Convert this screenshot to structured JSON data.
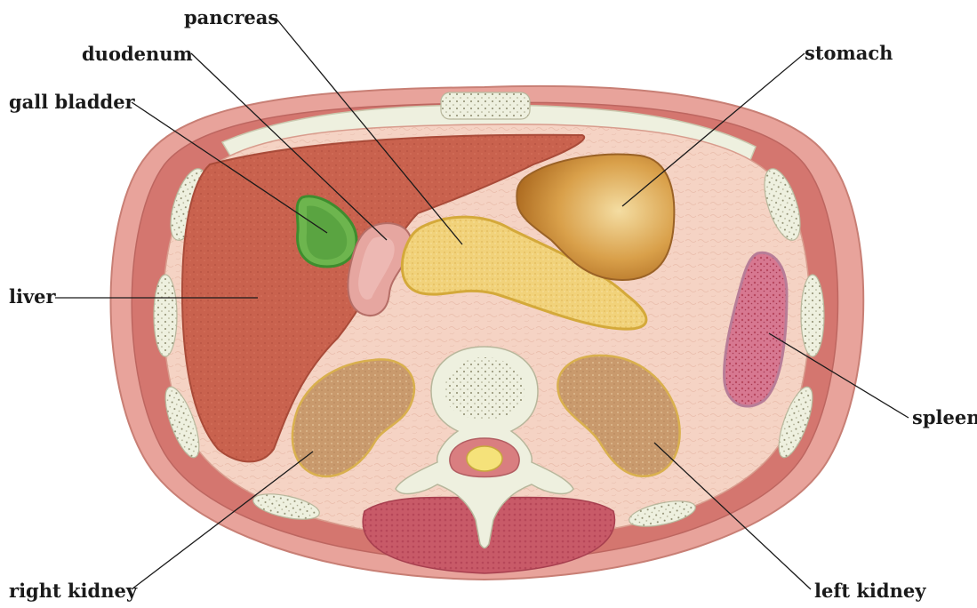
{
  "labels": {
    "pancreas": "pancreas",
    "duodenum": "duodenum",
    "gall_bladder": "gall bladder",
    "stomach": "stomach",
    "liver": "liver",
    "spleen": "spleen",
    "right_kidney": "right kidney",
    "left_kidney": "left kidney"
  },
  "colors": {
    "body_wall": "#E8A39B",
    "muscle": "#D4766F",
    "cavity": "#F5D3C4",
    "liver": "#C9624E",
    "gall_bladder": "#6DB54E",
    "duodenum": "#E6A6A0",
    "pancreas": "#F1D27A",
    "stomach": "#C98A2C",
    "spleen": "#D77891",
    "kidney": "#C99A6D",
    "bone": "#EEF0DF",
    "spinal_cord": "#F5E27A"
  }
}
